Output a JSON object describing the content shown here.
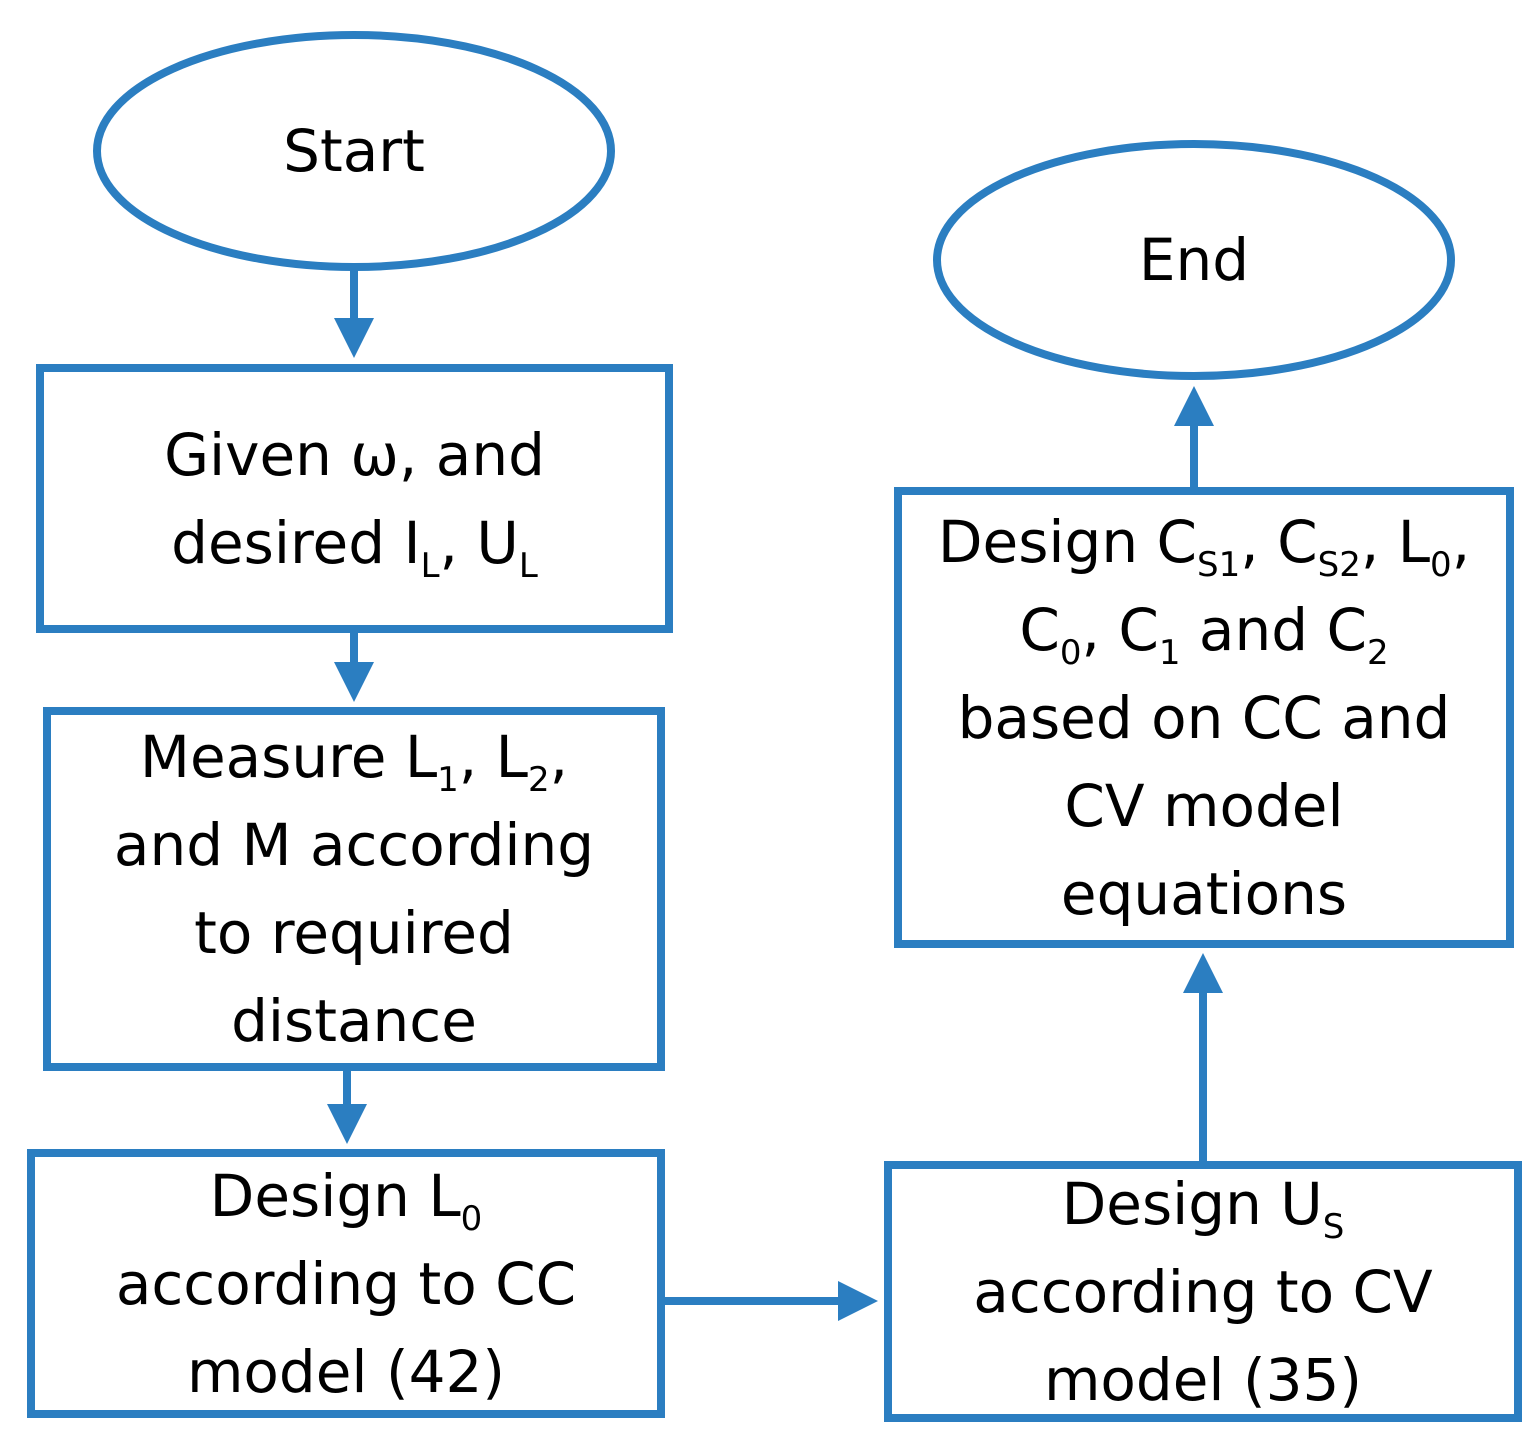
{
  "colors": {
    "stroke": "#2B7EC1",
    "text": "#000000",
    "background": "#ffffff"
  },
  "start": {
    "label": "Start"
  },
  "end": {
    "label": "End"
  },
  "given": {
    "line1": "Given ω, and",
    "line2_prefix": "desired I",
    "line2_sub1": "L",
    "line2_mid": ", U",
    "line2_sub2": "L"
  },
  "measure": {
    "line1_prefix": "Measure L",
    "line1_sub1": "1",
    "line1_mid": ", L",
    "line1_sub2": "2",
    "line1_suffix": ",",
    "line2": "and M according",
    "line3": "to required",
    "line4": "distance"
  },
  "design_l0": {
    "line1_prefix": "Design L",
    "line1_sub": "0",
    "line2": "according to CC",
    "line3": "model (42)"
  },
  "design_us": {
    "line1_prefix": "Design U",
    "line1_sub": "S",
    "line2": "according to CV",
    "line3": "model (35)"
  },
  "design_caps": {
    "l1_a": "Design C",
    "l1_s1": "S1",
    "l1_b": ", C",
    "l1_s2": "S2",
    "l1_c": ", L",
    "l1_s3": "0",
    "l1_d": ",",
    "l2_a": "C",
    "l2_s1": "0",
    "l2_b": ", C",
    "l2_s2": "1",
    "l2_c": " and C",
    "l2_s3": "2",
    "line3": "based on CC and",
    "line4": "CV model",
    "line5": "equations"
  }
}
